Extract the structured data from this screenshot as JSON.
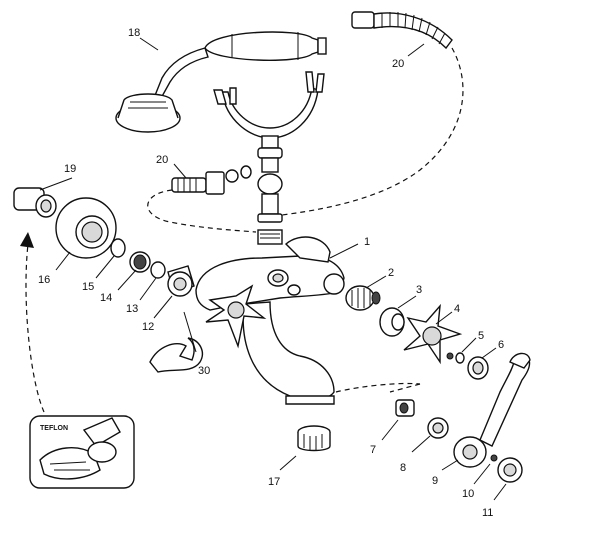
{
  "callouts": {
    "p1": "1",
    "p2": "2",
    "p3": "3",
    "p4": "4",
    "p5": "5",
    "p6": "6",
    "p7": "7",
    "p8": "8",
    "p9": "9",
    "p10": "10",
    "p11": "11",
    "p12": "12",
    "p13": "13",
    "p14": "14",
    "p15": "15",
    "p16": "16",
    "p17": "17",
    "p18": "18",
    "p19": "19",
    "p20a": "20",
    "p20b": "20",
    "p30": "30"
  },
  "inset": {
    "label": "TEFLON"
  }
}
